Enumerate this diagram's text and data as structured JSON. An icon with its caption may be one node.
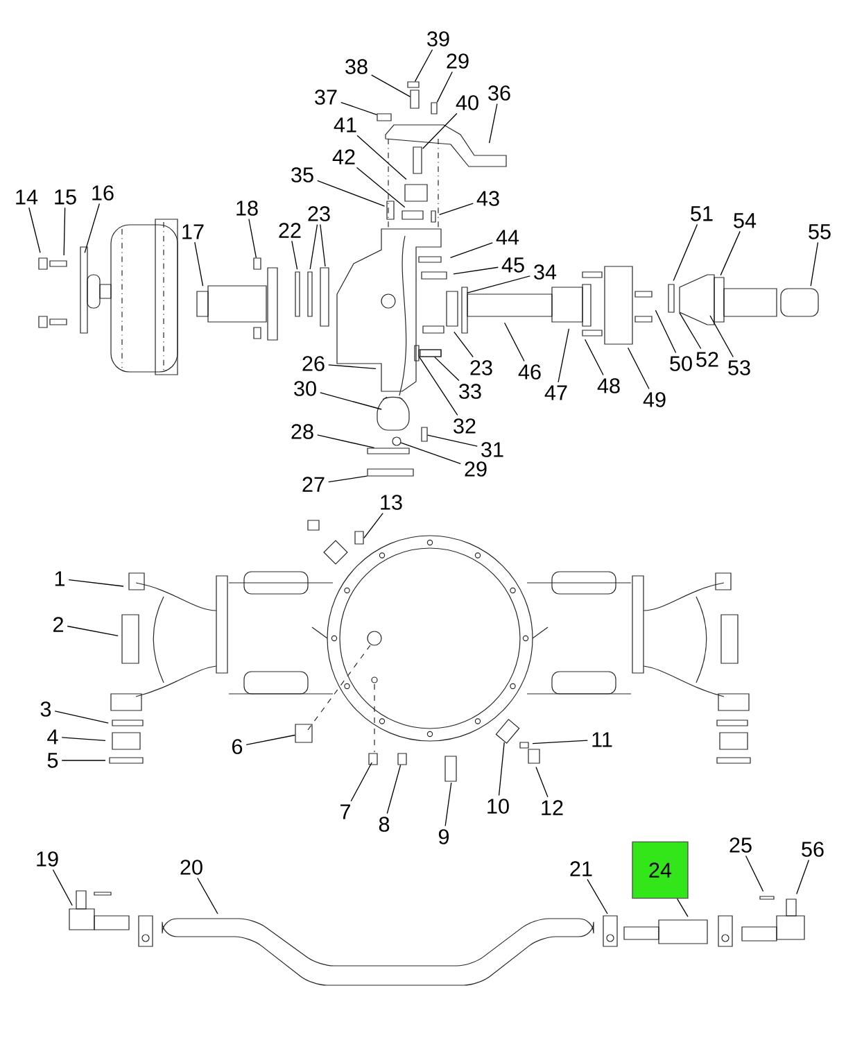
{
  "diagram": {
    "nodes": [
      {
        "text": [
          "39"
        ]
      },
      {
        "text": [
          "38"
        ]
      },
      {
        "text": [
          "29"
        ]
      },
      {
        "text": [
          "37"
        ]
      },
      {
        "text": [
          "40"
        ]
      },
      {
        "text": [
          "36"
        ]
      },
      {
        "text": [
          "41"
        ]
      },
      {
        "text": [
          "42"
        ]
      },
      {
        "text": [
          "35"
        ]
      },
      {
        "text": [
          "43"
        ]
      },
      {
        "text": [
          "14"
        ]
      },
      {
        "text": [
          "15"
        ]
      },
      {
        "text": [
          "16"
        ]
      },
      {
        "text": [
          "18"
        ]
      },
      {
        "text": [
          "17"
        ]
      },
      {
        "text": [
          "22"
        ]
      },
      {
        "text": [
          "23"
        ]
      },
      {
        "text": [
          "44"
        ]
      },
      {
        "text": [
          "45"
        ]
      },
      {
        "text": [
          "34"
        ]
      },
      {
        "text": [
          "51"
        ]
      },
      {
        "text": [
          "54"
        ]
      },
      {
        "text": [
          "55"
        ]
      },
      {
        "text": [
          "26"
        ]
      },
      {
        "text": [
          "23"
        ]
      },
      {
        "text": [
          "33"
        ]
      },
      {
        "text": [
          "32"
        ]
      },
      {
        "text": [
          "46"
        ]
      },
      {
        "text": [
          "47"
        ]
      },
      {
        "text": [
          "48"
        ]
      },
      {
        "text": [
          "49"
        ]
      },
      {
        "text": [
          "50"
        ]
      },
      {
        "text": [
          "52"
        ]
      },
      {
        "text": [
          "53"
        ]
      },
      {
        "text": [
          "30"
        ]
      },
      {
        "text": [
          "31"
        ]
      },
      {
        "text": [
          "28"
        ]
      },
      {
        "text": [
          "29"
        ]
      },
      {
        "text": [
          "27"
        ]
      },
      {
        "text": [
          "13"
        ]
      },
      {
        "text": [
          "1"
        ]
      },
      {
        "text": [
          "2"
        ]
      },
      {
        "text": [
          "3"
        ]
      },
      {
        "text": [
          "4"
        ]
      },
      {
        "text": [
          "5"
        ]
      },
      {
        "text": [
          "6"
        ]
      },
      {
        "text": [
          "7"
        ]
      },
      {
        "text": [
          "8"
        ]
      },
      {
        "text": [
          "9"
        ]
      },
      {
        "text": [
          "10"
        ]
      },
      {
        "text": [
          "11"
        ]
      },
      {
        "text": [
          "12"
        ]
      },
      {
        "text": [
          "19"
        ]
      },
      {
        "text": [
          "20"
        ]
      },
      {
        "text": [
          "21"
        ]
      },
      {
        "text": [
          "24"
        ]
      },
      {
        "text": [
          "25"
        ]
      },
      {
        "text": [
          "56"
        ]
      },
      {
        "text": [],
        "shape": "box"
      },
      {
        "text": [],
        "shape": "box"
      },
      {
        "text": [],
        "shape": "box"
      },
      {
        "text": [],
        "shape": "box"
      },
      {
        "text": [],
        "shape": "box"
      },
      {
        "text": [],
        "shape": "box"
      },
      {
        "text": [],
        "shape": "box"
      },
      {
        "text": [],
        "shape": "box"
      },
      {
        "text": [],
        "shape": "box"
      },
      {
        "text": [],
        "shape": "box"
      },
      {
        "text": [],
        "shape": "box"
      },
      {
        "text": [],
        "shape": "circle"
      },
      {
        "text": [],
        "shape": "box"
      }
    ],
    "edges": [
      {
        "from": 0,
        "to": 58,
        "arrow": "none"
      },
      {
        "from": 1,
        "to": 68,
        "arrow": "none"
      },
      {
        "from": 2,
        "to": 59,
        "arrow": "none"
      },
      {
        "from": 3,
        "to": 60,
        "arrow": "none"
      },
      {
        "from": 4,
        "to": null,
        "arrow": "none"
      },
      {
        "from": 5,
        "to": null,
        "arrow": "none"
      },
      {
        "from": 6,
        "to": null,
        "arrow": "none"
      },
      {
        "from": 7,
        "to": null,
        "arrow": "none"
      },
      {
        "from": 8,
        "to": null,
        "arrow": "none"
      },
      {
        "from": 9,
        "to": null,
        "arrow": "none"
      },
      {
        "from": 10,
        "to": null,
        "arrow": "none"
      },
      {
        "from": 11,
        "to": null,
        "arrow": "none"
      },
      {
        "from": 12,
        "to": null,
        "arrow": "none"
      },
      {
        "from": 13,
        "to": 61,
        "arrow": "none"
      },
      {
        "from": 14,
        "to": null,
        "arrow": "none"
      },
      {
        "from": 15,
        "to": null,
        "arrow": "none"
      },
      {
        "from": 16,
        "to": null,
        "arrow": "none"
      },
      {
        "from": 17,
        "to": null,
        "arrow": "none"
      },
      {
        "from": 18,
        "to": null,
        "arrow": "none"
      },
      {
        "from": 19,
        "to": null,
        "arrow": "none"
      },
      {
        "from": 20,
        "to": null,
        "arrow": "none"
      },
      {
        "from": 21,
        "to": null,
        "arrow": "none"
      },
      {
        "from": 22,
        "to": null,
        "arrow": "none"
      },
      {
        "from": 23,
        "to": null,
        "arrow": "none"
      },
      {
        "from": 24,
        "to": null,
        "arrow": "none"
      },
      {
        "from": 25,
        "to": 62,
        "arrow": "none"
      },
      {
        "from": 26,
        "to": 63,
        "arrow": "none"
      },
      {
        "from": 27,
        "to": null,
        "arrow": "none"
      },
      {
        "from": 28,
        "to": null,
        "arrow": "none"
      },
      {
        "from": 29,
        "to": null,
        "arrow": "none"
      },
      {
        "from": 30,
        "to": null,
        "arrow": "none"
      },
      {
        "from": 31,
        "to": null,
        "arrow": "none"
      },
      {
        "from": 32,
        "to": null,
        "arrow": "none"
      },
      {
        "from": 33,
        "to": null,
        "arrow": "none"
      },
      {
        "from": 34,
        "to": null,
        "arrow": "none"
      },
      {
        "from": 35,
        "to": 64,
        "arrow": "none"
      },
      {
        "from": 36,
        "to": 70,
        "arrow": "none"
      },
      {
        "from": 37,
        "to": 69,
        "arrow": "none"
      },
      {
        "from": 38,
        "to": 65,
        "arrow": "none"
      },
      {
        "from": 39,
        "to": null,
        "arrow": "none"
      },
      {
        "from": 40,
        "to": null,
        "arrow": "none"
      },
      {
        "from": 41,
        "to": null,
        "arrow": "none"
      },
      {
        "from": 42,
        "to": null,
        "arrow": "none"
      },
      {
        "from": 43,
        "to": null,
        "arrow": "none"
      },
      {
        "from": 44,
        "to": null,
        "arrow": "none"
      },
      {
        "from": 45,
        "to": 66,
        "arrow": "none"
      },
      {
        "from": 46,
        "to": null,
        "arrow": "none"
      },
      {
        "from": 47,
        "to": 67,
        "arrow": "none"
      },
      {
        "from": 48,
        "to": null,
        "arrow": "none"
      },
      {
        "from": 49,
        "to": null,
        "arrow": "none"
      },
      {
        "from": 50,
        "to": null,
        "arrow": "none"
      },
      {
        "from": 51,
        "to": null,
        "arrow": "none"
      },
      {
        "from": 52,
        "to": null,
        "arrow": "none"
      },
      {
        "from": 53,
        "to": null,
        "arrow": "none"
      },
      {
        "from": 54,
        "to": null,
        "arrow": "none"
      },
      {
        "from": 55,
        "to": null,
        "arrow": "none"
      },
      {
        "from": 56,
        "to": null,
        "arrow": "none"
      },
      {
        "from": 57,
        "to": null,
        "arrow": "none"
      },
      {
        "from": 16,
        "to": null,
        "arrow": "none"
      }
    ]
  }
}
